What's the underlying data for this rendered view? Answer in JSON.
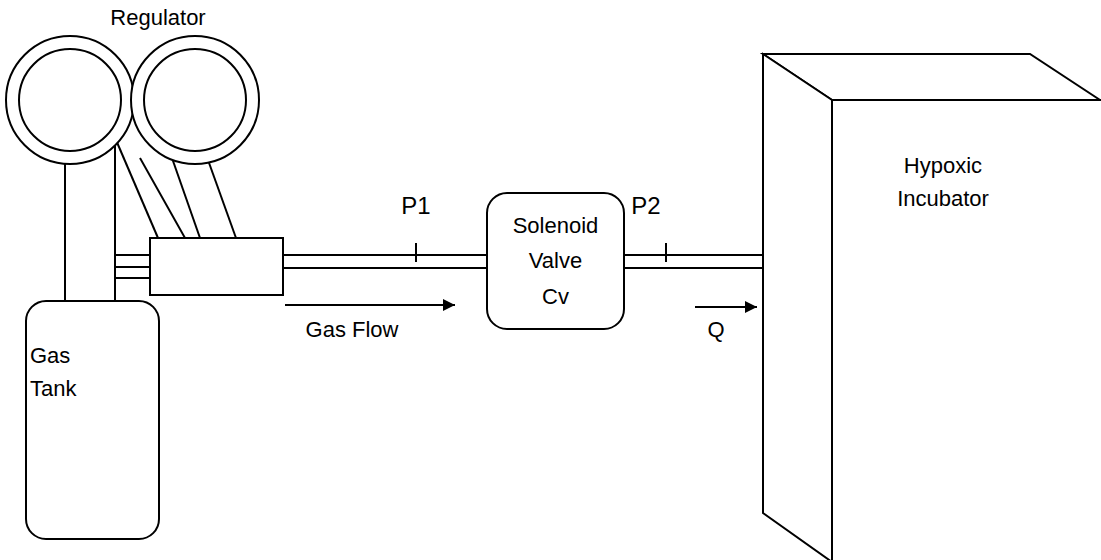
{
  "diagram": {
    "nodes": [
      {
        "text": [
          "Regulator"
        ]
      },
      {
        "text": [
          "Gas Tank"
        ]
      },
      {
        "text": [
          "Solenoid Valve Cv"
        ]
      },
      {
        "text": [
          "Hypoxic Incubator"
        ]
      }
    ],
    "edges": [
      {
        "from": 1,
        "to": 0,
        "arrow": "none"
      },
      {
        "from": 0,
        "to": 2,
        "arrow": "none"
      },
      {
        "from": 2,
        "to": 3,
        "arrow": "none"
      }
    ],
    "labels": [
      "P1",
      "P2",
      "Gas Flow",
      "Q"
    ]
  }
}
